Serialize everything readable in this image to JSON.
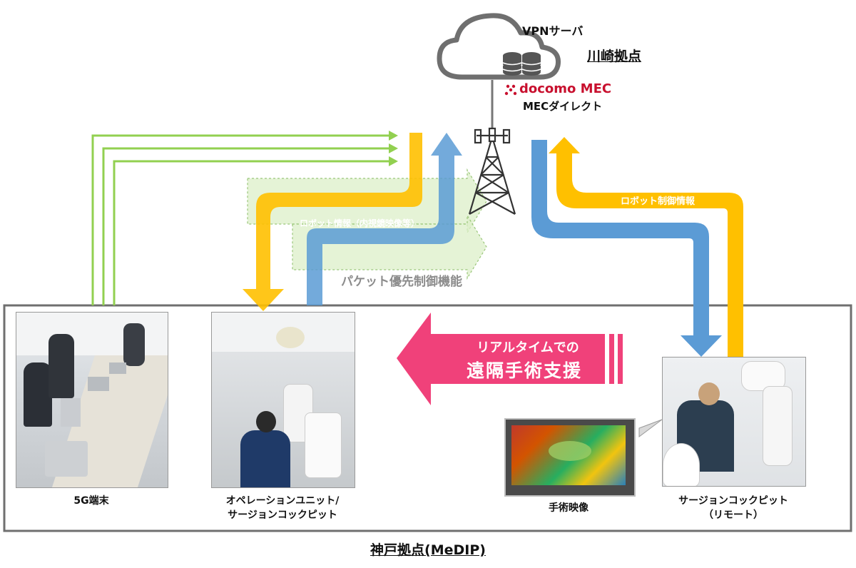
{
  "kawasaki": {
    "vpn_label": "VPNサーバ",
    "site_label": "川崎拠点",
    "docomo_brand": "docomo MEC",
    "mec_direct": "MECダイレクト"
  },
  "flows": {
    "robot_info": "ロボット情報（内視鏡映像等）",
    "robot_control": "ロボット制御情報",
    "packet_priority": "パケット優先制御機能"
  },
  "banner": {
    "line1": "リアルタイムでの",
    "line2": "遠隔手術支援"
  },
  "kobe": {
    "items": [
      {
        "caption": "5G端末"
      },
      {
        "caption_l1": "オペレーションユニット/",
        "caption_l2": "サージョンコックピット"
      },
      {
        "caption": "手術映像"
      },
      {
        "caption_l1": "サージョンコックピット",
        "caption_l2": "（リモート）"
      }
    ],
    "site_label": "神戸拠点(MeDIP)"
  },
  "colors": {
    "green": "#92d050",
    "orange": "#ffc000",
    "blue": "#5b9bd5",
    "teal": "#4a8fa5",
    "pink": "#f0417a",
    "mec_red": "#c8102e"
  }
}
